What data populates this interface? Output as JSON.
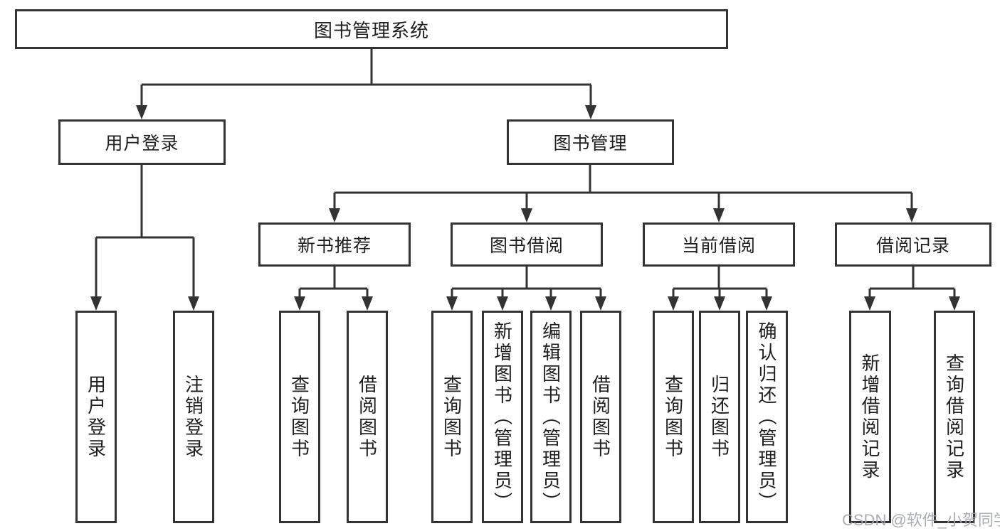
{
  "diagram": {
    "root": {
      "label": "图书管理系统"
    },
    "branches": [
      {
        "label": "用户登录",
        "children": [
          {
            "label": "用户登录"
          },
          {
            "label": "注销登录"
          }
        ]
      },
      {
        "label": "图书管理",
        "groups": [
          {
            "label": "新书推荐",
            "children": [
              {
                "label": "查询图书"
              },
              {
                "label": "借阅图书"
              }
            ]
          },
          {
            "label": "图书借阅",
            "children": [
              {
                "label": "查询图书"
              },
              {
                "label": "新增图书（管理员）"
              },
              {
                "label": "编辑图书（管理员）"
              },
              {
                "label": "借阅图书"
              }
            ]
          },
          {
            "label": "当前借阅",
            "children": [
              {
                "label": "查询图书"
              },
              {
                "label": "归还图书"
              },
              {
                "label": "确认归还（管理员）"
              }
            ]
          },
          {
            "label": "借阅记录",
            "children": [
              {
                "label": "新增借阅记录"
              },
              {
                "label": "查询借阅记录"
              }
            ]
          }
        ]
      }
    ]
  },
  "watermark": {
    "text": "CSDN @软件_小贺同学"
  },
  "colors": {
    "line": "#333333",
    "text": "#1f1f1f",
    "watermark": "#a3a6aa",
    "background": "#ffffff"
  }
}
